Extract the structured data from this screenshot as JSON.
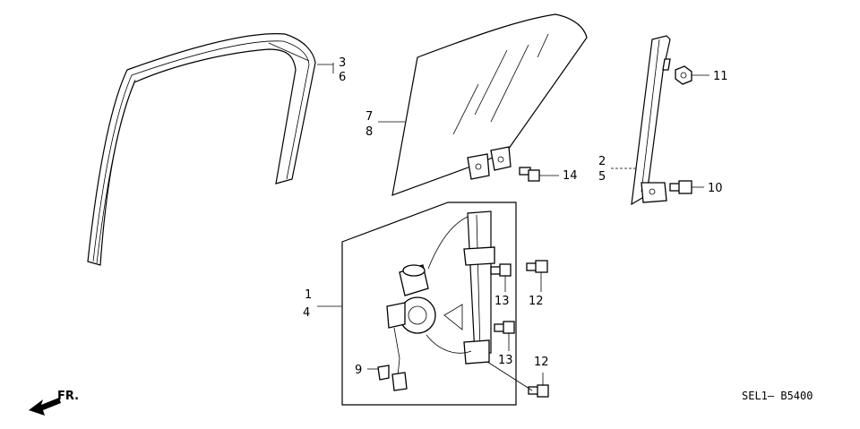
{
  "diagram": {
    "callouts": [
      {
        "id": "c3",
        "text": "3"
      },
      {
        "id": "c6",
        "text": "6"
      },
      {
        "id": "c7",
        "text": "7"
      },
      {
        "id": "c8",
        "text": "8"
      },
      {
        "id": "c11",
        "text": "11"
      },
      {
        "id": "c2",
        "text": "2"
      },
      {
        "id": "c5",
        "text": "5"
      },
      {
        "id": "c14",
        "text": "14"
      },
      {
        "id": "c10",
        "text": "10"
      },
      {
        "id": "c1",
        "text": "1"
      },
      {
        "id": "c4",
        "text": "4"
      },
      {
        "id": "c13a",
        "text": "13"
      },
      {
        "id": "c12a",
        "text": "12"
      },
      {
        "id": "c13b",
        "text": "13"
      },
      {
        "id": "c12b",
        "text": "12"
      },
      {
        "id": "c9",
        "text": "9"
      }
    ],
    "front_indicator": "FR.",
    "diagram_code": "SEL1— B5400"
  }
}
